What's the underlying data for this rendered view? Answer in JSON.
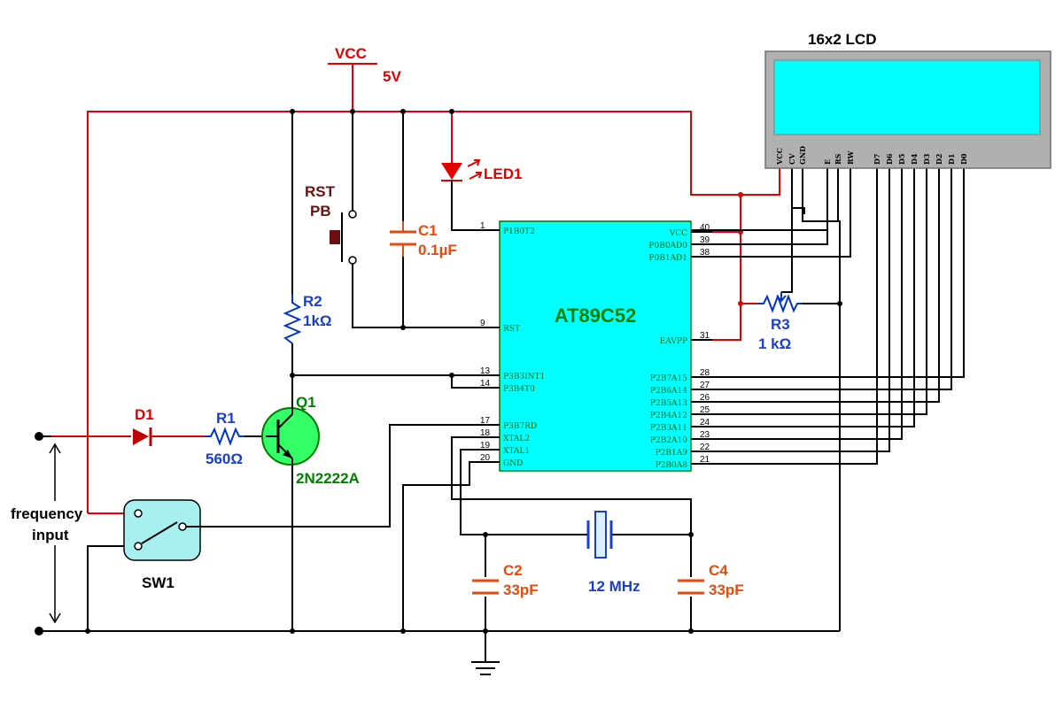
{
  "labels": {
    "vcc": "VCC",
    "vcc_voltage": "5V",
    "lcd_title": "16x2 LCD",
    "led1": "LED1",
    "rst_line1": "RST",
    "rst_line2": "PB",
    "c1_name": "C1",
    "c1_value": "0.1µF",
    "r2_name": "R2",
    "r2_value": "1kΩ",
    "mcu": "AT89C52",
    "r3_name": "R3",
    "r3_value": "1 kΩ",
    "d1": "D1",
    "r1_name": "R1",
    "r1_value": "560Ω",
    "q1_name": "Q1",
    "q1_part": "2N2222A",
    "freq_line1": "frequency",
    "freq_line2": "input",
    "sw1": "SW1",
    "c2_name": "C2",
    "c2_value": "33pF",
    "crystal": "12 MHz",
    "c4_name": "C4",
    "c4_value": "33pF"
  },
  "mcu_left_pins": [
    {
      "num": "1",
      "name": "P1B0T2"
    },
    {
      "num": "9",
      "name": "RST"
    },
    {
      "num": "13",
      "name": "P3B3INT1"
    },
    {
      "num": "14",
      "name": "P3B4T0"
    },
    {
      "num": "17",
      "name": "P3B7RD"
    },
    {
      "num": "18",
      "name": "XTAL2"
    },
    {
      "num": "19",
      "name": "XTAL1"
    },
    {
      "num": "20",
      "name": "GND"
    }
  ],
  "mcu_right_pins": [
    {
      "num": "40",
      "name": "VCC"
    },
    {
      "num": "39",
      "name": "P0B0AD0"
    },
    {
      "num": "38",
      "name": "P0B1AD1"
    },
    {
      "num": "31",
      "name": "EAVPP"
    },
    {
      "num": "28",
      "name": "P2B7A15"
    },
    {
      "num": "27",
      "name": "P2B6A14"
    },
    {
      "num": "26",
      "name": "P2B5A13"
    },
    {
      "num": "25",
      "name": "P2B4A12"
    },
    {
      "num": "24",
      "name": "P2B3A11"
    },
    {
      "num": "23",
      "name": "P2B2A10"
    },
    {
      "num": "22",
      "name": "P2B1A9"
    },
    {
      "num": "21",
      "name": "P2B0A8"
    }
  ],
  "lcd_pins": [
    "VCC",
    "CV",
    "GND",
    "E",
    "RS",
    "RW",
    "D7",
    "D6",
    "D5",
    "D4",
    "D3",
    "D2",
    "D1",
    "D0"
  ],
  "colors": {
    "power_wire": "#e00000",
    "signal_wire": "#000000",
    "mcu_fill": "#00ffff",
    "lcd_screen": "#00ffff",
    "lcd_body": "#b0b0b0",
    "switch_fill": "#a8f0f0"
  }
}
